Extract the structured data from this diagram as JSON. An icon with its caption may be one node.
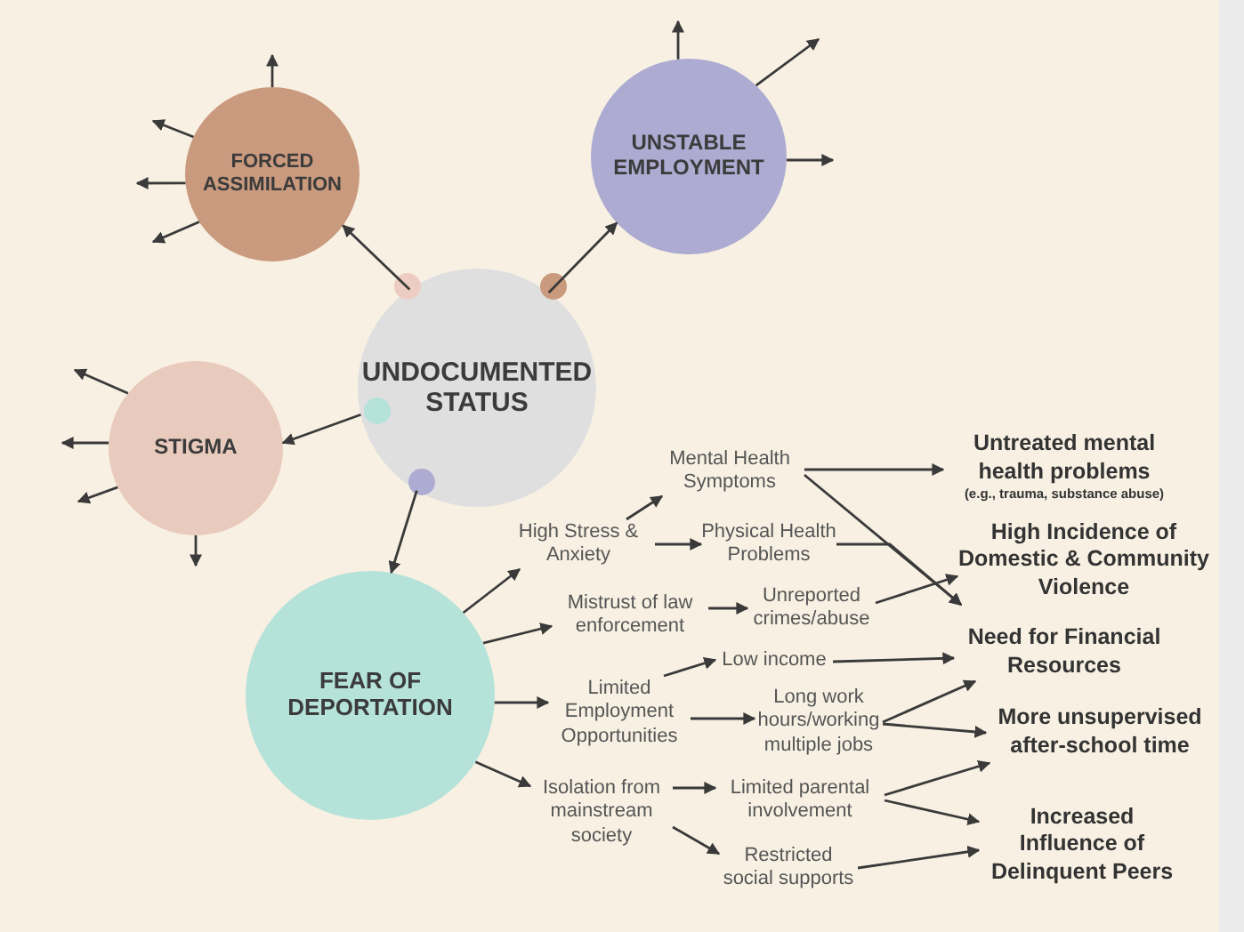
{
  "diagram": {
    "nodes": [
      {
        "text": [
          "UNDOCUMENTED STATUS"
        ]
      },
      {
        "text": [
          "FORCED ASSIMILATION"
        ]
      },
      {
        "text": [
          "UNSTABLE EMPLOYMENT"
        ]
      },
      {
        "text": [
          "STIGMA"
        ]
      },
      {
        "text": [
          "FEAR OF DEPORTATION"
        ]
      },
      {
        "text": [
          "High Stress & Anxiety"
        ]
      },
      {
        "text": [
          "Mistrust of law enforcement"
        ]
      },
      {
        "text": [
          "Limited Employment Opportunities"
        ]
      },
      {
        "text": [
          "Isolation from mainstream society"
        ]
      },
      {
        "text": [
          "Mental Health Symptoms"
        ]
      },
      {
        "text": [
          "Physical Health Problems"
        ]
      },
      {
        "text": [
          "Unreported crimes/abuse"
        ]
      },
      {
        "text": [
          "Low income"
        ]
      },
      {
        "text": [
          "Long work hours/working multiple jobs"
        ]
      },
      {
        "text": [
          "Limited parental involvement"
        ]
      },
      {
        "text": [
          "Restricted social supports"
        ]
      },
      {
        "text": [
          "Untreated mental health problems",
          "(e.g., trauma, substance abuse)"
        ]
      },
      {
        "text": [
          "High Incidence of Domestic & Community Violence"
        ]
      },
      {
        "text": [
          "Need for Financial Resources"
        ]
      },
      {
        "text": [
          "More unsupervised after-school time"
        ]
      },
      {
        "text": [
          "Increased Influence of Delinquent Peers"
        ]
      }
    ],
    "edges": [
      {
        "from": 0,
        "to": 1,
        "arrow": "to"
      },
      {
        "from": 0,
        "to": 2,
        "arrow": "to"
      },
      {
        "from": 0,
        "to": 3,
        "arrow": "to"
      },
      {
        "from": 0,
        "to": 4,
        "arrow": "to"
      },
      {
        "from": 1,
        "to": null,
        "arrow": "to"
      },
      {
        "from": 1,
        "to": null,
        "arrow": "to"
      },
      {
        "from": 1,
        "to": null,
        "arrow": "to"
      },
      {
        "from": 1,
        "to": null,
        "arrow": "to"
      },
      {
        "from": 2,
        "to": null,
        "arrow": "to"
      },
      {
        "from": 2,
        "to": null,
        "arrow": "to"
      },
      {
        "from": 2,
        "to": null,
        "arrow": "to"
      },
      {
        "from": 3,
        "to": null,
        "arrow": "to"
      },
      {
        "from": 3,
        "to": null,
        "arrow": "to"
      },
      {
        "from": 3,
        "to": null,
        "arrow": "to"
      },
      {
        "from": 3,
        "to": null,
        "arrow": "to"
      },
      {
        "from": 4,
        "to": 5,
        "arrow": "to"
      },
      {
        "from": 4,
        "to": 6,
        "arrow": "to"
      },
      {
        "from": 4,
        "to": 7,
        "arrow": "to"
      },
      {
        "from": 4,
        "to": 8,
        "arrow": "to"
      },
      {
        "from": 5,
        "to": 9,
        "arrow": "to"
      },
      {
        "from": 5,
        "to": 10,
        "arrow": "to"
      },
      {
        "from": 6,
        "to": 11,
        "arrow": "to"
      },
      {
        "from": 7,
        "to": 12,
        "arrow": "to"
      },
      {
        "from": 7,
        "to": 13,
        "arrow": "to"
      },
      {
        "from": 8,
        "to": 14,
        "arrow": "to"
      },
      {
        "from": 8,
        "to": 15,
        "arrow": "to"
      },
      {
        "from": 9,
        "to": 16,
        "arrow": "to"
      },
      {
        "from": 9,
        "to": 17,
        "arrow": "to"
      },
      {
        "from": 10,
        "to": 17,
        "arrow": "to"
      },
      {
        "from": 11,
        "to": 17,
        "arrow": "to"
      },
      {
        "from": 12,
        "to": 18,
        "arrow": "to"
      },
      {
        "from": 13,
        "to": 18,
        "arrow": "to"
      },
      {
        "from": 13,
        "to": 19,
        "arrow": "to"
      },
      {
        "from": 14,
        "to": 19,
        "arrow": "to"
      },
      {
        "from": 14,
        "to": 20,
        "arrow": "to"
      },
      {
        "from": 15,
        "to": 20,
        "arrow": "to"
      }
    ]
  }
}
